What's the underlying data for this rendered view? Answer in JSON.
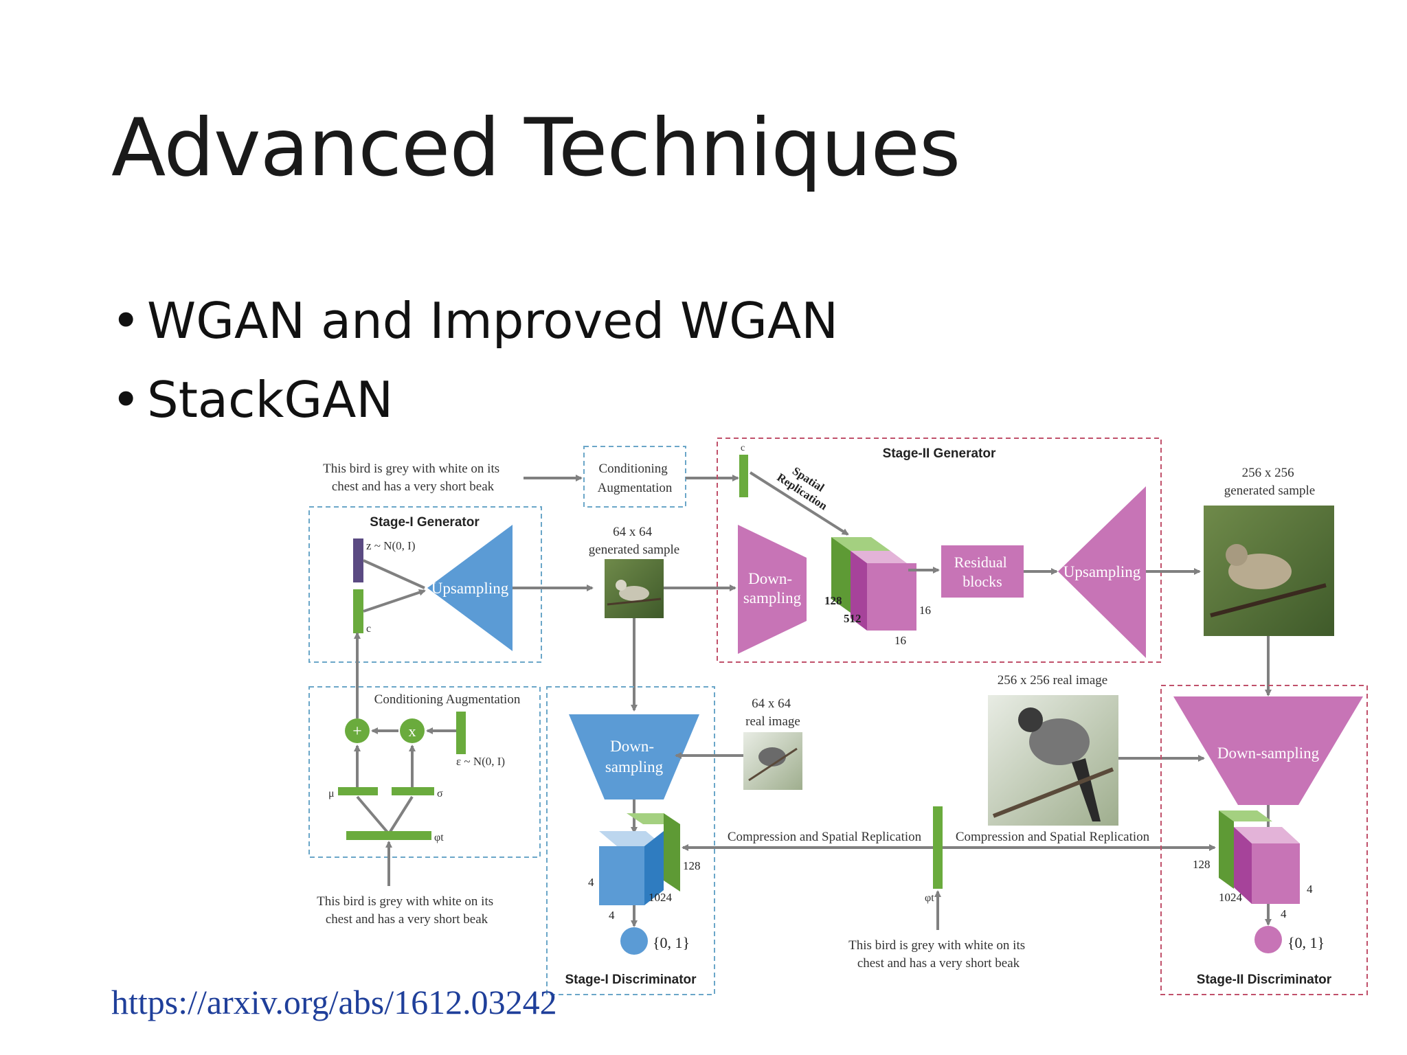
{
  "slide": {
    "title": "Advanced Techniques",
    "bullets": [
      "WGAN and Improved WGAN",
      "StackGAN"
    ],
    "source_link": "https://arxiv.org/abs/1612.03242"
  },
  "diagram": {
    "text_top": [
      "This bird is grey with white on its",
      "chest and has a very short beak"
    ],
    "cond_aug_top": [
      "Conditioning",
      "Augmentation"
    ],
    "stage1_gen_title": "Stage-I Generator",
    "z_label": "z ~ N(0, I)",
    "c_label": "c",
    "upsampling": "Upsampling",
    "gen64_label": [
      "64 x 64",
      "generated sample"
    ],
    "stage2_gen_title": "Stage-II Generator",
    "c2_label": "c",
    "spatial_replication": [
      "Spatial",
      "Replication"
    ],
    "down_sampling2": [
      "Down-",
      "sampling"
    ],
    "dims_stage2": [
      "128",
      "512",
      "16",
      "16"
    ],
    "residual_blocks": [
      "Residual",
      "blocks"
    ],
    "gen256_label": [
      "256 x 256",
      "generated sample"
    ],
    "cond_aug_title": "Conditioning Augmentation",
    "plus_symbol": "+",
    "times_symbol": "x",
    "eps_label": "ε ~ N(0, I)",
    "mu_label": "μ",
    "sigma_label": "σ",
    "phi_label": "φt",
    "text_bottom_left": [
      "This bird is grey with white on its",
      "chest and has a very short beak"
    ],
    "down_sampling1": [
      "Down-",
      "sampling"
    ],
    "real64_label": [
      "64 x 64",
      "real image"
    ],
    "dims_d1": [
      "4",
      "128",
      "1024",
      "4"
    ],
    "out_d1": "{0, 1}",
    "stage1_disc_title": "Stage-I Discriminator",
    "compression_left": "Compression and Spatial Replication",
    "compression_right": "Compression and Spatial Replication",
    "phi_mid": "φt",
    "text_bottom_mid": [
      "This bird is grey with white on its",
      "chest and has a very short beak"
    ],
    "real256_label": "256 x 256 real image",
    "down_sampling_d2": "Down-sampling",
    "dims_d2": [
      "128",
      "1024",
      "4",
      "4"
    ],
    "out_d2": "{0, 1}",
    "stage2_disc_title": "Stage-II Discriminator"
  },
  "colors": {
    "blue": "#5b9bd5",
    "pink": "#c774b6",
    "green": "#6aab3d",
    "purple": "#5a4a82",
    "arrow": "#808080",
    "dash_blue": "#6aa6c8",
    "dash_red": "#c0506a"
  }
}
